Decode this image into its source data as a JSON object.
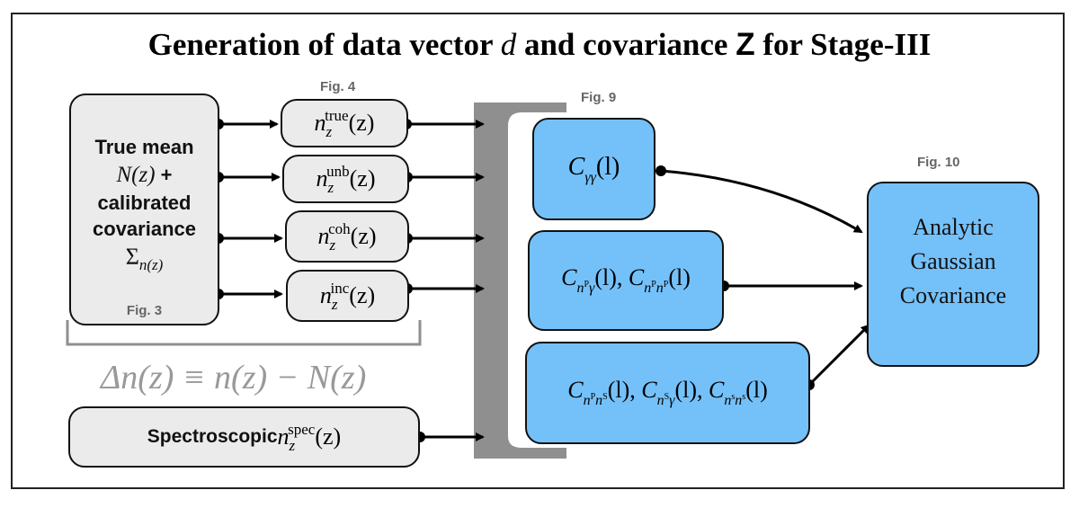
{
  "title": {
    "prefix": "Generation of data vector ",
    "vector_symbol": "d",
    "middle": " and covariance ",
    "cov_symbol": "Z",
    "suffix": " for Stage-III"
  },
  "figure_refs": {
    "fig3": "Fig. 3",
    "fig4": "Fig. 4",
    "fig9": "Fig. 9",
    "fig10": "Fig. 10"
  },
  "source_box": {
    "line1": "True mean",
    "line2_math": "N(z)",
    "line2_suffix": " +",
    "line3": "calibrated",
    "line4": "covariance",
    "sigma_symbol": "Σ",
    "sigma_sub": "n(z)"
  },
  "nz_boxes": [
    {
      "base": "n",
      "sub": "z",
      "sup": "true",
      "arg": "(z)"
    },
    {
      "base": "n",
      "sub": "z",
      "sup": "unb",
      "arg": "(z)"
    },
    {
      "base": "n",
      "sub": "z",
      "sup": "coh",
      "arg": "(z)"
    },
    {
      "base": "n",
      "sub": "z",
      "sup": "inc",
      "arg": "(z)"
    }
  ],
  "delta_equation": "Δn(z) ≡ n(z) − N(z)",
  "spectroscopic_box": {
    "label": "Spectroscopic ",
    "base": "n",
    "sub": "z",
    "sup": "spec",
    "arg": "(z)"
  },
  "cl_boxes": {
    "gamma_gamma": {
      "C": "C",
      "sub": "γγ",
      "arg": "(l)"
    },
    "photo": [
      {
        "C": "C",
        "sub_n": "n",
        "sub_sup": "P",
        "sub_tail": "γ",
        "arg": "(l)"
      },
      {
        "C": "C",
        "sub_n": "n",
        "sub_sup": "P",
        "sub_tail": "n",
        "sub_tail_sup": "P",
        "arg": "(l)"
      }
    ],
    "spec": [
      {
        "C": "C",
        "sub_n": "n",
        "sub_sup": "P",
        "sub_tail": "n",
        "sub_tail_sup": "S",
        "arg": "(l)"
      },
      {
        "C": "C",
        "sub_n": "n",
        "sub_sup": "S",
        "sub_tail": "γ",
        "arg": "(l)"
      },
      {
        "C": "C",
        "sub_n": "n",
        "sub_sup": "s",
        "sub_tail": "n",
        "sub_tail_sup": "s",
        "arg": "(l)"
      }
    ],
    "separator": ", "
  },
  "output_box": {
    "line1": "Analytic",
    "line2": "Gaussian",
    "line3": "Covariance"
  },
  "colors": {
    "grey_box": "#ebebeb",
    "blue_box": "#74c1fa",
    "bracket": "#8f8f8f",
    "fig_label": "#666666",
    "delta_text": "#999999"
  }
}
